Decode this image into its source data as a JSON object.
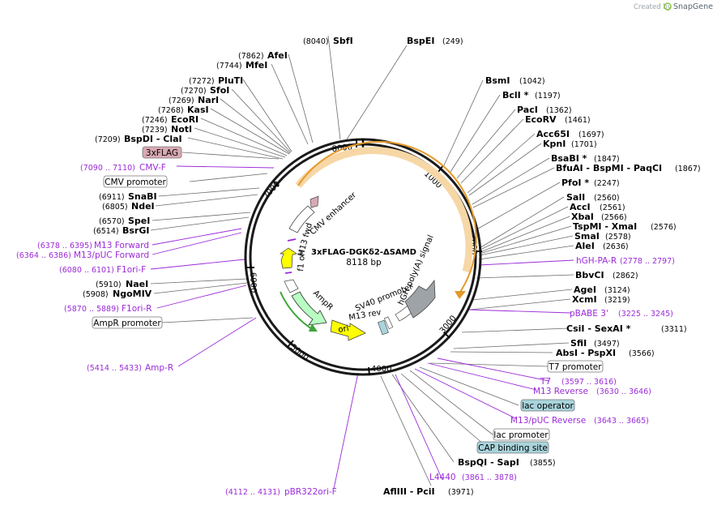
{
  "credit": {
    "prefix": "Created by",
    "brand": "SnapGene"
  },
  "plasmid": {
    "name": "3xFLAG-DGKδ2-ΔSAMD",
    "length": "8118 bp"
  },
  "ring_ticks": [
    "1000",
    "2000",
    "3000",
    "4000",
    "5000",
    "6000",
    "7000",
    "8000"
  ],
  "sites": [
    {
      "name": "SbfI",
      "pos": "(8040)"
    },
    {
      "name": "BspEI",
      "pos": "(249)"
    },
    {
      "name": "AfeI",
      "pos": "(7862)"
    },
    {
      "name": "MfeI",
      "pos": "(7744)"
    },
    {
      "name": "PluTI",
      "pos": "(7272)"
    },
    {
      "name": "SfoI",
      "pos": "(7270)"
    },
    {
      "name": "NarI",
      "pos": "(7269)"
    },
    {
      "name": "KasI",
      "pos": "(7268)"
    },
    {
      "name": "EcoRI",
      "pos": "(7246)"
    },
    {
      "name": "NotI",
      "pos": "(7239)"
    },
    {
      "name": "BspDI - ClaI",
      "pos": "(7209)"
    },
    {
      "name": "SnaBI",
      "pos": "(6911)"
    },
    {
      "name": "NdeI",
      "pos": "(6805)"
    },
    {
      "name": "SpeI",
      "pos": "(6570)"
    },
    {
      "name": "BsrGI",
      "pos": "(6514)"
    },
    {
      "name": "NaeI",
      "pos": "(5910)"
    },
    {
      "name": "NgoMIV",
      "pos": "(5908)"
    },
    {
      "name": "BsmI",
      "pos": "(1042)"
    },
    {
      "name": "BclI *",
      "pos": "(1197)"
    },
    {
      "name": "PacI",
      "pos": "(1362)"
    },
    {
      "name": "EcoRV",
      "pos": "(1461)"
    },
    {
      "name": "Acc65I",
      "pos": "(1697)"
    },
    {
      "name": "KpnI",
      "pos": "(1701)"
    },
    {
      "name": "BsaBI *",
      "pos": "(1847)"
    },
    {
      "name": "BfuAI - BspMI - PaqCI",
      "pos": "(1867)"
    },
    {
      "name": "PfoI *",
      "pos": "(2247)"
    },
    {
      "name": "SalI",
      "pos": "(2560)"
    },
    {
      "name": "AccI",
      "pos": "(2561)"
    },
    {
      "name": "XbaI",
      "pos": "(2566)"
    },
    {
      "name": "TspMI - XmaI",
      "pos": "(2576)"
    },
    {
      "name": "SmaI",
      "pos": "(2578)"
    },
    {
      "name": "AleI",
      "pos": "(2636)"
    },
    {
      "name": "BbvCI",
      "pos": "(2862)"
    },
    {
      "name": "AgeI",
      "pos": "(3124)"
    },
    {
      "name": "XcmI",
      "pos": "(3219)"
    },
    {
      "name": "CsiI - SexAI *",
      "pos": "(3311)"
    },
    {
      "name": "SfiI",
      "pos": "(3497)"
    },
    {
      "name": "AbsI - PspXI",
      "pos": "(3566)"
    },
    {
      "name": "BspQI - SapI",
      "pos": "(3855)"
    },
    {
      "name": "AflIII - PciI",
      "pos": "(3971)"
    }
  ],
  "primers": [
    {
      "name": "CMV-F",
      "pos": "(7090 .. 7110)"
    },
    {
      "name": "M13 Forward",
      "pos": "(6378 .. 6395)"
    },
    {
      "name": "M13/pUC Forward",
      "pos": "(6364 .. 6386)"
    },
    {
      "name": "F1ori-F",
      "pos": "(6080 .. 6101)"
    },
    {
      "name": "F1ori-R",
      "pos": "(5870 .. 5889)"
    },
    {
      "name": "Amp-R",
      "pos": "(5414 .. 5433)"
    },
    {
      "name": "hGH-PA-R",
      "pos": "(2778 .. 2797)"
    },
    {
      "name": "pBABE 3'",
      "pos": "(3225 .. 3245)"
    },
    {
      "name": "T7",
      "pos": "(3597 .. 3616)"
    },
    {
      "name": "M13 Reverse",
      "pos": "(3630 .. 3646)"
    },
    {
      "name": "M13/pUC Reverse",
      "pos": "(3643 .. 3665)"
    },
    {
      "name": "L4440",
      "pos": "(3861 .. 3878)"
    },
    {
      "name": "pBR322ori-F",
      "pos": "(4112 .. 4131)"
    }
  ],
  "features": {
    "boxes": [
      "3xFLAG",
      "CMV promoter",
      "AmpR promoter",
      "T7 promoter",
      "lac operator",
      "lac promoter",
      "CAP binding site"
    ],
    "inner": [
      "CMV enhancer",
      "M13 fwd",
      "f1 ori",
      "AmpR",
      "ori",
      "SV40 promoter",
      "M13 rev",
      "hGH poly(A) signal"
    ]
  },
  "colors": {
    "feature_box_pink": "#d9a9b4",
    "feature_box_teal": "#a9d4dc",
    "primer_purple": "#9b2bd8",
    "orf_orange": "#e39a2a",
    "f1_yellow": "#ffff00",
    "ampr_green": "#b8ffc2",
    "polya_gray": "#9ea3a8"
  }
}
